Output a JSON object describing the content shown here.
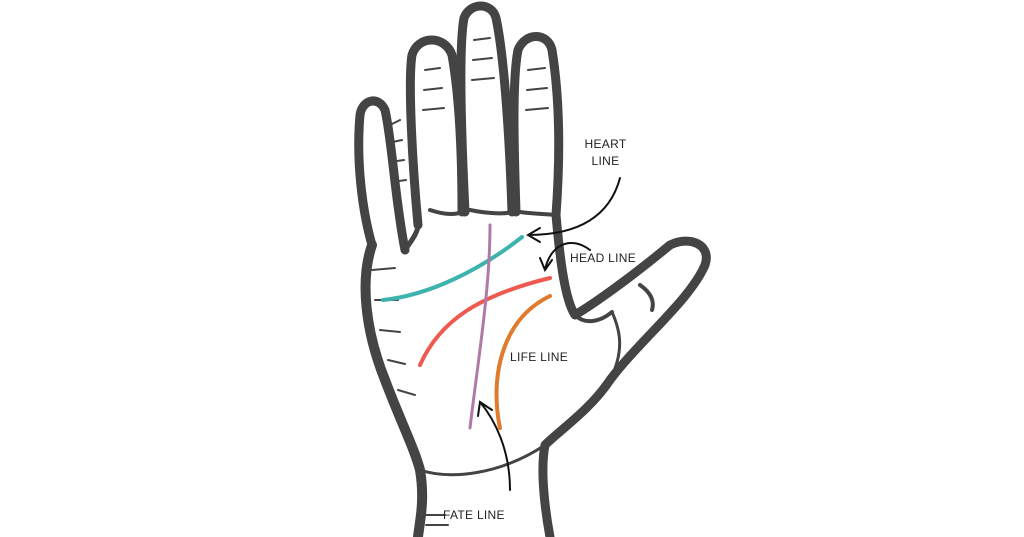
{
  "labels": {
    "heart_line": [
      "HEART",
      "LINE"
    ],
    "head_line": "HEAD LINE",
    "life_line": "LIFE LINE",
    "fate_line": "FATE LINE"
  },
  "colors": {
    "outline": "#444444",
    "heart_line": "#3db3ad",
    "head_line": "#ee5a50",
    "life_line": "#e07b2e",
    "fate_line": "#b07aa8",
    "arrow": "#111111"
  }
}
